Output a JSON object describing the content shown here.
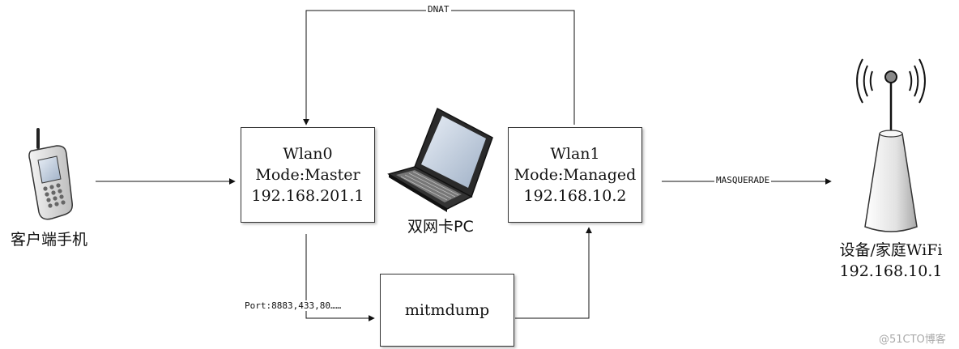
{
  "nodes": {
    "phone": {
      "caption": "客户端手机"
    },
    "wlan0": {
      "line1": "Wlan0",
      "line2": "Mode:Master",
      "line3": "192.168.201.1"
    },
    "pc": {
      "caption": "双网卡PC"
    },
    "wlan1": {
      "line1": "Wlan1",
      "line2": "Mode:Managed",
      "line3": "192.168.10.2"
    },
    "router": {
      "caption_line1": "设备/家庭WiFi",
      "caption_line2": "192.168.10.1"
    },
    "mitmdump": {
      "label": "mitmdump"
    }
  },
  "edges": {
    "dnat": "DNAT",
    "masquerade": "MASQUERADE",
    "port": "Port:8883,433,80……"
  },
  "watermark": "@51CTO博客",
  "icons": [
    "phone-icon",
    "laptop-icon",
    "wifi-router-icon"
  ]
}
